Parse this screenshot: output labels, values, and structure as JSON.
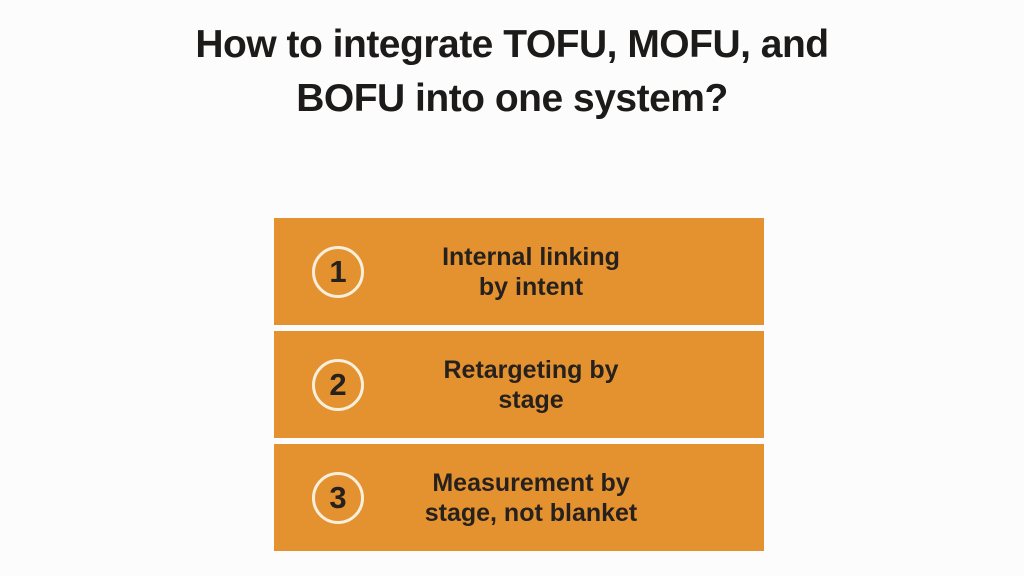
{
  "theme": {
    "background": "#FCFCFC",
    "accent_orange": "#E4922F",
    "title_color": "#1D1B1A",
    "step_text_color": "#27211E",
    "circle_ring_color": "#F7EFDC"
  },
  "title": {
    "line1": "How to integrate TOFU, MOFU, and",
    "line2": "BOFU into one system?"
  },
  "steps": [
    {
      "number": "1",
      "label": "Internal linking\nby intent"
    },
    {
      "number": "2",
      "label": "Retargeting by\nstage"
    },
    {
      "number": "3",
      "label": "Measurement by\nstage, not blanket"
    }
  ]
}
